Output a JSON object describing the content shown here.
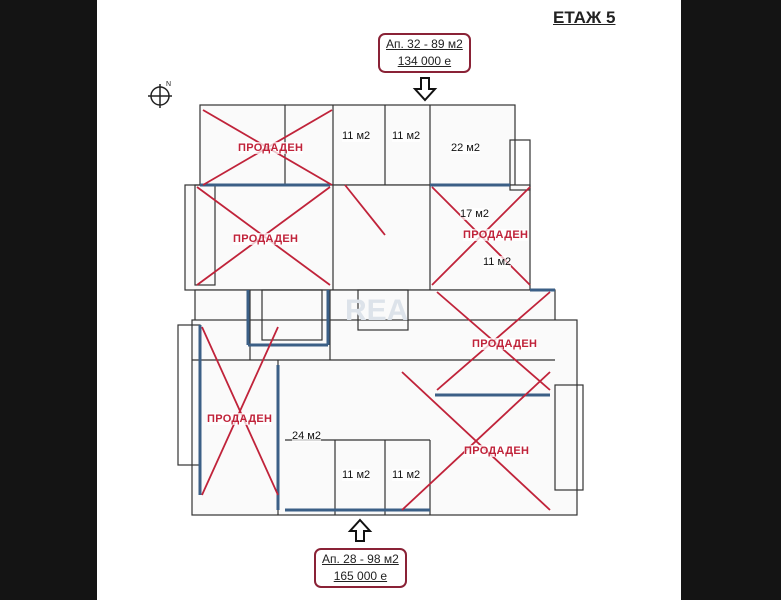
{
  "floor_title": "ЕТАЖ 5",
  "apartment_top": {
    "name": "Ап. 32 - 89 м2",
    "price": "134 000 е"
  },
  "apartment_bottom": {
    "name": "Ап. 28 - 98 м2",
    "price": "165 000 е"
  },
  "sold_label": "ПРОДАДЕН",
  "sold_markers": [
    "ПРОДАДЕН",
    "ПРОДАДЕН",
    "ПРОДАДЕН",
    "ПРОДАДЕН",
    "ПРОДАДЕН",
    "ПРОДАДЕН"
  ],
  "room_areas": [
    "11 м2",
    "11 м2",
    "22 м2",
    "17 м2",
    "11 м2",
    "24 м2",
    "11 м2",
    "11 м2"
  ],
  "watermark": "REA",
  "colors": {
    "sold": "#c0233a",
    "box_border": "#8a2236",
    "wall_accent": "#3b5f86",
    "frame": "#141414"
  },
  "icons": [
    "compass-north-icon",
    "arrow-down-icon",
    "arrow-up-icon"
  ]
}
